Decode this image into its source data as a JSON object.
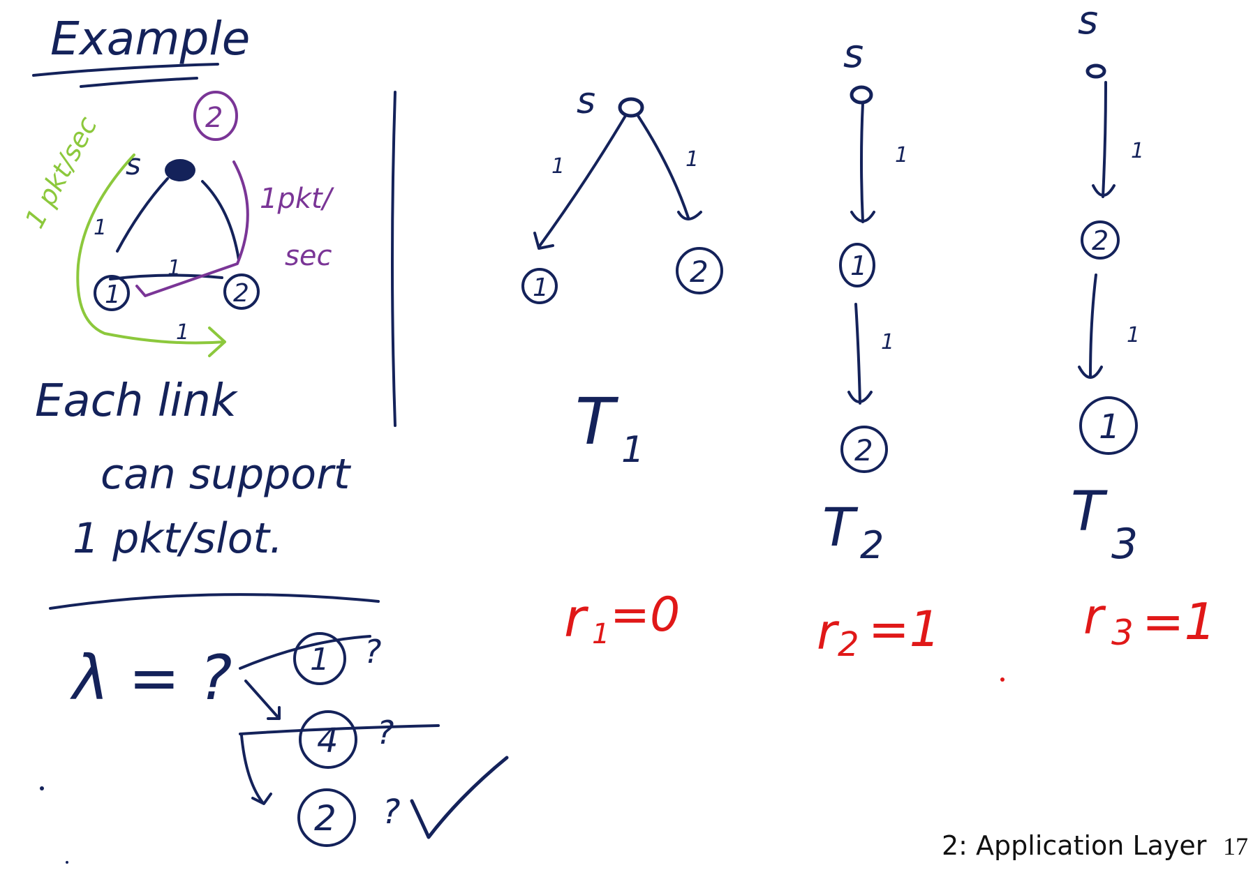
{
  "title": "Example",
  "left_panel": {
    "node_s": "s",
    "node_1": "1",
    "node_2": "2",
    "circled_number": "2",
    "edge_label_left": "1",
    "edge_label_mid": "1",
    "edge_label_bottom": "1",
    "green_note": "1 pkt/sec",
    "purple_note_line1": "1pkt/",
    "purple_note_line2": "sec",
    "text_line1": "Each link",
    "text_line2": "can support",
    "text_line3": "1 pkt/slot."
  },
  "lambda_section": {
    "question": "λ = ?",
    "option_1": "1",
    "option_1_mark": "?",
    "option_2": "4",
    "option_2_mark": "?",
    "option_3": "2",
    "option_3_mark": "?"
  },
  "trees": [
    {
      "label": "T",
      "subscript": "1",
      "root": "s",
      "nodes": [
        "1",
        "2"
      ],
      "edge_labels": [
        "1",
        "1"
      ],
      "rate_prefix": "r",
      "rate_index": "1",
      "rate_value": "=0"
    },
    {
      "label": "T",
      "subscript": "2",
      "root": "s",
      "nodes": [
        "1",
        "2"
      ],
      "edge_labels": [
        "1",
        "1"
      ],
      "rate_prefix": "r",
      "rate_index": "2",
      "rate_value": "=1"
    },
    {
      "label": "T",
      "subscript": "3",
      "root": "s",
      "nodes": [
        "2",
        "1"
      ],
      "edge_labels": [
        "1",
        "1"
      ],
      "rate_prefix": "r",
      "rate_index": "3",
      "rate_value": "=1"
    }
  ],
  "footer": {
    "section": "2: Application Layer",
    "page": "17"
  },
  "colors": {
    "ink": "#14225a",
    "rate": "#e01818",
    "purple": "#7a3596",
    "green": "#8cc83c"
  }
}
